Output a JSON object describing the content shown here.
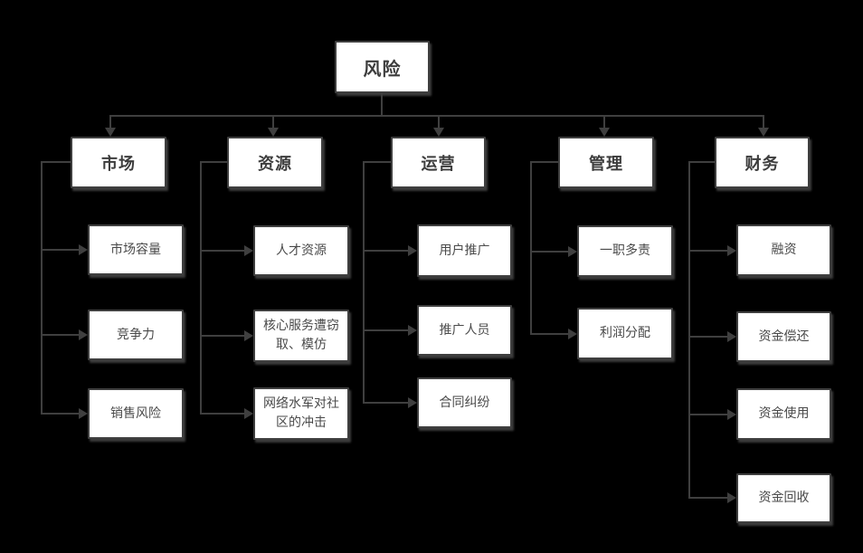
{
  "diagram": {
    "type": "tree-flowchart",
    "colors": {
      "background": "#000000",
      "node_fill": "#ffffff",
      "node_border": "#3f3f3f",
      "line": "#3f3f3f",
      "text": "#3d3d3d"
    },
    "root": {
      "label": "风险"
    },
    "branches": [
      {
        "label": "市场",
        "children": [
          "市场容量",
          "竞争力",
          "销售风险"
        ]
      },
      {
        "label": "资源",
        "children": [
          "人才资源",
          "核心服务遭窃取、模仿",
          "网络水军对社区的冲击"
        ]
      },
      {
        "label": "运营",
        "children": [
          "用户推广",
          "推广人员",
          "合同纠纷"
        ]
      },
      {
        "label": "管理",
        "children": [
          "一职多责",
          "利润分配"
        ]
      },
      {
        "label": "财务",
        "children": [
          "融资",
          "资金偿还",
          "资金使用",
          "资金回收"
        ]
      }
    ]
  }
}
